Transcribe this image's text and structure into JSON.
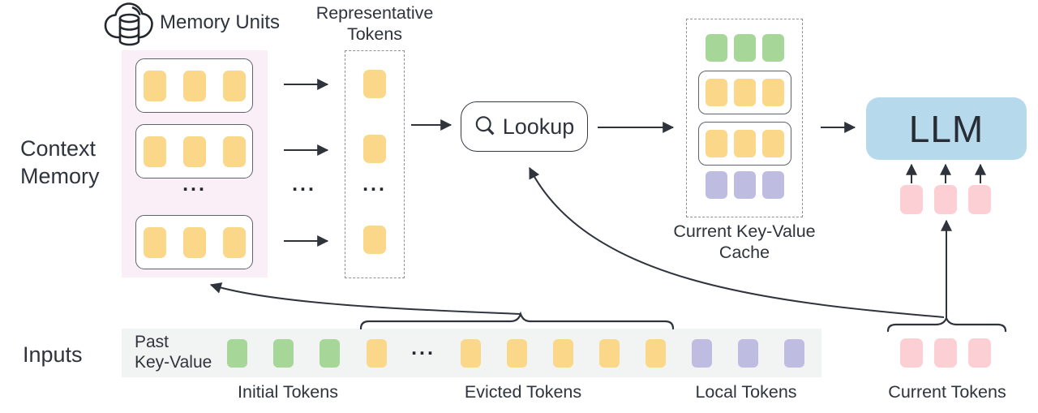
{
  "labels": {
    "memory_units": "Memory Units",
    "representative_tokens": "Representative\nTokens",
    "context_memory": "Context\nMemory",
    "lookup": "Lookup",
    "current_kv_cache": "Current Key-Value\nCache",
    "llm": "LLM",
    "inputs": "Inputs",
    "past_key_value": "Past\nKey-Value",
    "initial_tokens": "Initial Tokens",
    "evicted_tokens": "Evicted Tokens",
    "local_tokens": "Local Tokens",
    "current_tokens": "Current Tokens",
    "ellipsis": "..."
  },
  "icons": {
    "memory": "cloud-database",
    "lookup": "magnifier"
  },
  "colors": {
    "yellow": "#FBD78A",
    "green": "#A6D698",
    "purple": "#BFBCE2",
    "pink": "#FBCFD4",
    "llm_blue": "#B7D9EC",
    "memory_bg": "#FAEEF7",
    "strip_bg": "#F2F4F3",
    "text": "#2E333C",
    "stroke": "#2E333C"
  },
  "token_groups": {
    "memory_unit": {
      "color": "yellow",
      "count": 3
    },
    "representative": {
      "color": "yellow",
      "count": 1
    },
    "cache_initial": {
      "color": "green",
      "count": 3
    },
    "cache_retrieved": {
      "color": "yellow",
      "count": 3
    },
    "cache_local": {
      "color": "purple",
      "count": 3
    },
    "llm_inputs": {
      "color": "pink",
      "count": 3
    },
    "strip_initial": {
      "color": "green",
      "count": 3
    },
    "strip_evicted_left": {
      "color": "yellow",
      "count": 1
    },
    "strip_evicted_right": {
      "color": "yellow",
      "count": 5
    },
    "strip_local": {
      "color": "purple",
      "count": 3
    },
    "current_tokens": {
      "color": "pink",
      "count": 3
    }
  }
}
